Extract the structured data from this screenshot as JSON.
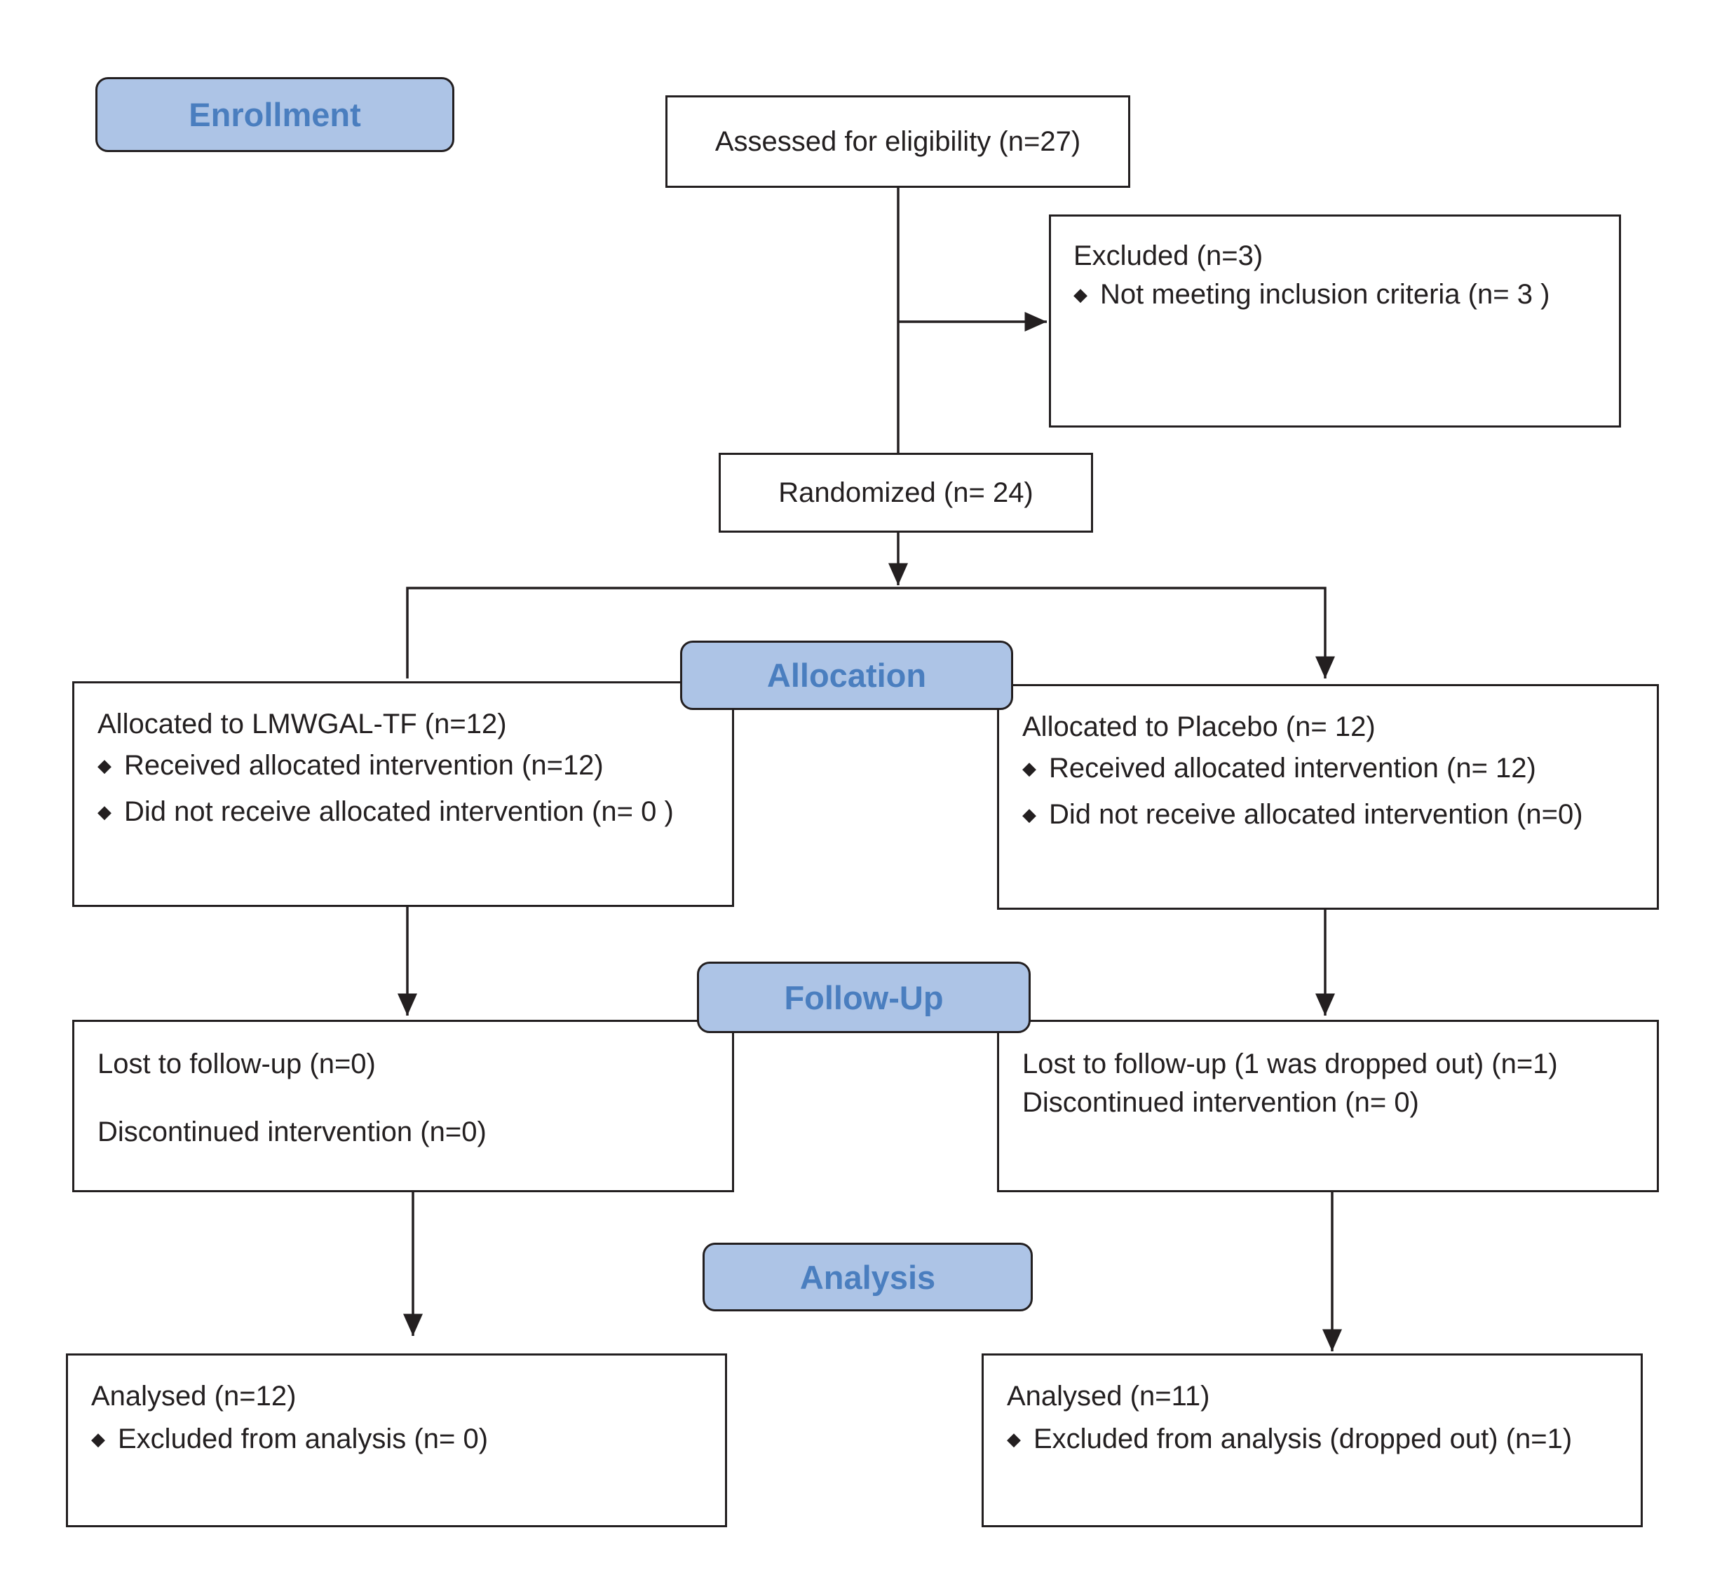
{
  "stages": {
    "enrollment": "Enrollment",
    "allocation": "Allocation",
    "follow_up": "Follow-Up",
    "analysis": "Analysis"
  },
  "assessed": "Assessed for eligibility (n=27)",
  "excluded": {
    "title": "Excluded  (n=3)",
    "items": [
      "Not meeting inclusion criteria (n= 3 )"
    ]
  },
  "randomized": "Randomized (n= 24)",
  "allocation_left": {
    "title": "Allocated to LMWGAL-TF (n=12)",
    "items": [
      "Received allocated intervention (n=12)",
      "Did not receive allocated intervention (n= 0 )"
    ]
  },
  "allocation_right": {
    "title": "Allocated to Placebo (n= 12)",
    "items": [
      "Received allocated intervention (n= 12)",
      "Did not receive allocated intervention (n=0)"
    ]
  },
  "followup_left": {
    "lost": "Lost to follow-up (n=0)",
    "discontinued": "Discontinued intervention (n=0)"
  },
  "followup_right": {
    "lost": "Lost to follow-up (1 was dropped out) (n=1)",
    "discontinued": "Discontinued intervention (n= 0)"
  },
  "analysis_left": {
    "title": "Analysed (n=12)",
    "items": [
      "Excluded from analysis (n= 0)"
    ]
  },
  "analysis_right": {
    "title": "Analysed (n=11)",
    "items": [
      "Excluded from analysis (dropped out) (n=1)"
    ]
  }
}
